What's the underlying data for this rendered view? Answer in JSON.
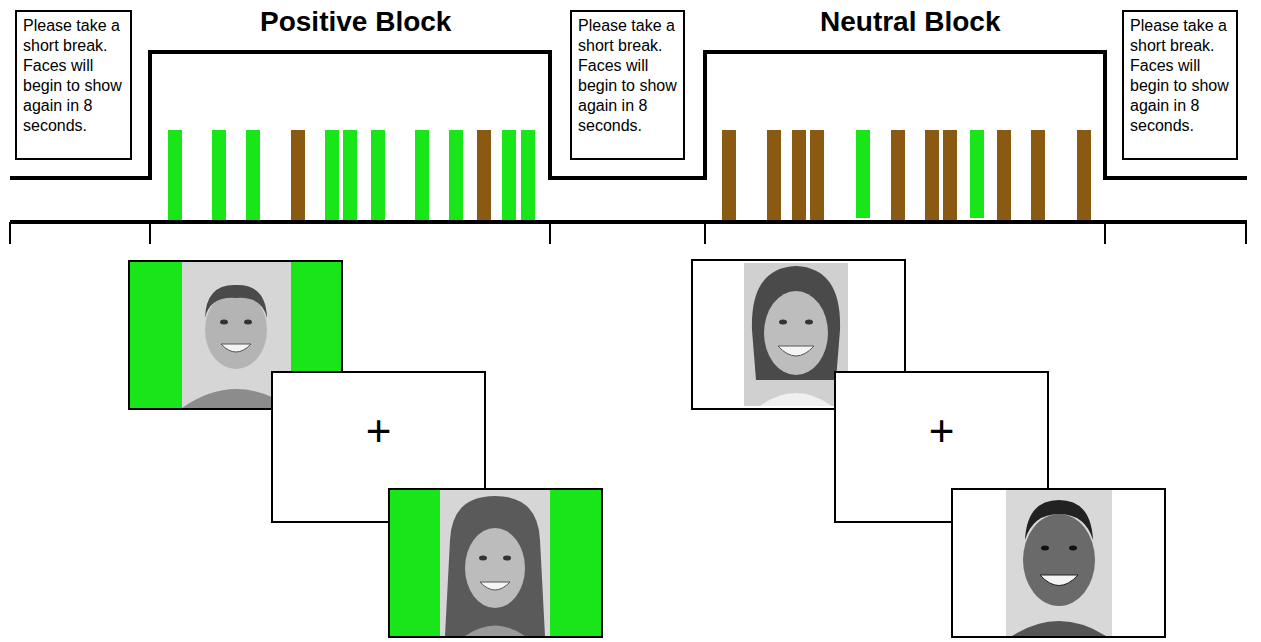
{
  "diagram": {
    "nodes": [
      {
        "text": [
          "Please take a short break. Faces will begin to show again in 8 seconds."
        ]
      },
      {
        "text": [
          "Please take a short break. Faces will begin to show again in 8 seconds."
        ]
      },
      {
        "text": [
          "Please take a short break. Faces will begin to show again in 8 seconds."
        ]
      },
      {
        "text": [
          "+"
        ]
      },
      {
        "text": [
          "+"
        ]
      }
    ],
    "labels": [
      "Positive Block",
      "Neutral Block"
    ]
  }
}
